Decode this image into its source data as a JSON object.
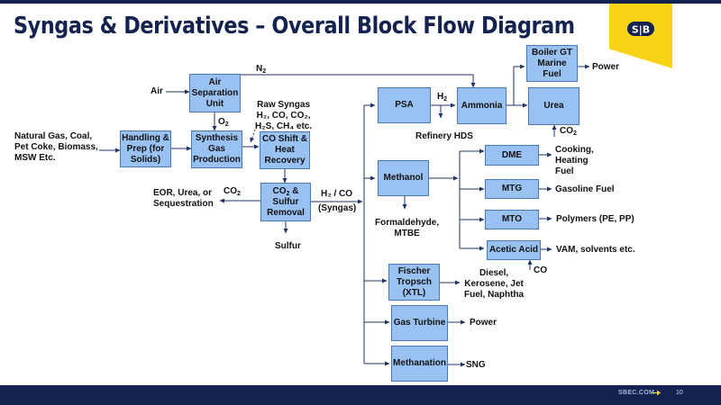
{
  "slide": {
    "title": "Syngas & Derivatives – Overall Block Flow Diagram",
    "footer_url": "SBEC.COM",
    "page_number": "10",
    "logo": "sbec-logo-icon",
    "colors": {
      "navy": "#13224f",
      "logo_yellow": "#f7d417",
      "box_fill": "#99c2f3",
      "box_border": "#4a79b8",
      "arrow": "#1f3566"
    }
  },
  "boxes": {
    "air_separation": "Air Separation Unit",
    "handling_prep": "Handling & Prep (for Solids)",
    "synthesis_gas": "Synthesis Gas Production",
    "co_shift": "CO Shift & Heat Recovery",
    "co2_sulfur_line1": "CO",
    "co2_sulfur_sub": "2",
    "co2_sulfur_line2": " & Sulfur Removal",
    "psa": "PSA",
    "ammonia": "Ammonia",
    "boiler": "Boiler GT Marine Fuel",
    "urea": "Urea",
    "methanol": "Methanol",
    "dme": "DME",
    "mtg": "MTG",
    "mto": "MTO",
    "acetic_acid": "Acetic Acid",
    "fischer_tropsch": "Fischer Tropsch (XTL)",
    "gas_turbine": "Gas Turbine",
    "methanation": "Methanation"
  },
  "labels": {
    "air": "Air",
    "feedstock": [
      "Natural Gas, Coal,",
      "Pet Coke, Biomass,",
      "MSW Etc."
    ],
    "o2": "O",
    "o2_sub": "2",
    "n2": "N",
    "n2_sub": "2",
    "raw_syngas_title": "Raw Syngas",
    "raw_syngas_comp1": "H₂, CO, CO₂,",
    "raw_syngas_comp2": "H₂S, CH₄ etc.",
    "co2_out": "CO",
    "co2_out_sub": "2",
    "eor": [
      "EOR, Urea, or",
      "Sequestration"
    ],
    "sulfur": "Sulfur",
    "h2_co": "H₂ / CO",
    "syngas": "(Syngas)",
    "h2": "H",
    "h2_sub": "2",
    "refinery_hds": "Refinery HDS",
    "power_top": "Power",
    "co2_urea": "CO",
    "co2_urea_sub": "2",
    "formaldehyde": [
      "Formaldehyde,",
      "MTBE"
    ],
    "cooking": [
      "Cooking,",
      "Heating",
      "Fuel"
    ],
    "gasoline": "Gasoline Fuel",
    "polymers": "Polymers (PE, PP)",
    "vam": "VAM, solvents etc.",
    "co_acetic": "CO",
    "ft_products": [
      "Diesel,",
      "Kerosene, Jet",
      "Fuel, Naphtha"
    ],
    "power_gt": "Power",
    "sng": "SNG"
  }
}
